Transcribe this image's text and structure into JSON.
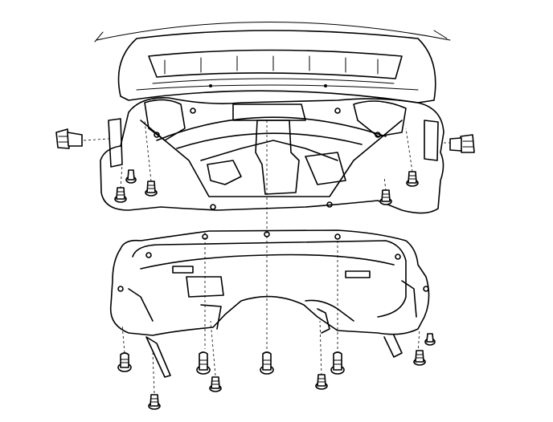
{
  "diagram": {
    "kind": "exploded-view line drawing",
    "colors": {
      "line": "#000000",
      "background": "#ffffff"
    },
    "parts": [
      "front-bumper",
      "radiator-support-frame",
      "engine-splash-shield",
      "side-clip-left",
      "side-clip-right",
      "frame-fastener",
      "shield-fastener"
    ]
  }
}
